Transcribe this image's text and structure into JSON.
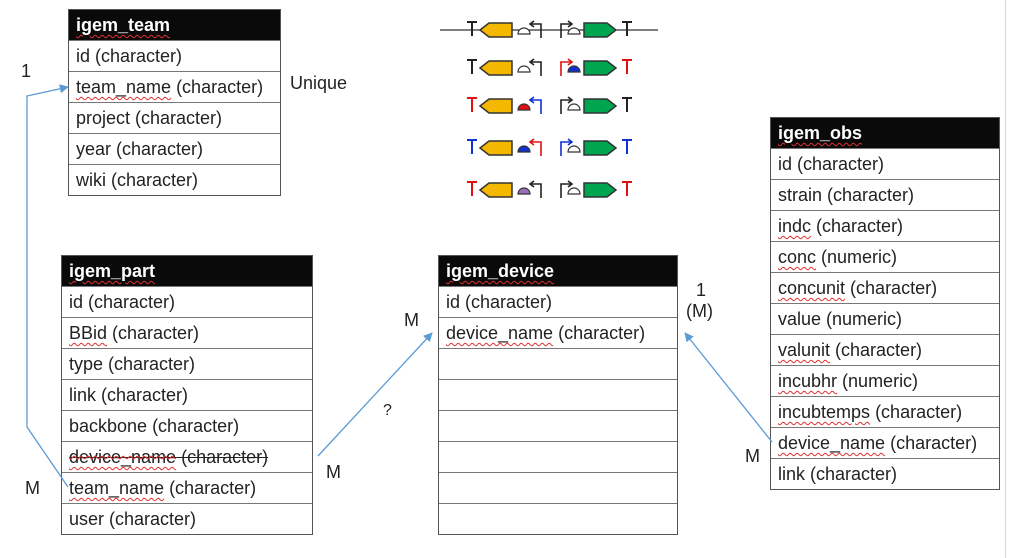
{
  "tables": {
    "igem_team": {
      "title": "igem_team",
      "rows": [
        "id (character)",
        "team_name (character)",
        "project (character)",
        "year (character)",
        "wiki (character)"
      ]
    },
    "igem_part": {
      "title": "igem_part",
      "rows": [
        "id (character)",
        "BBid (character)",
        "type (character)",
        "link (character)",
        "backbone (character)",
        "device_name (character)",
        "team_name (character)",
        "user (character)"
      ]
    },
    "igem_device": {
      "title": "igem_device",
      "rows": [
        "id (character)",
        "device_name (character)",
        "",
        "",
        "",
        "",
        "",
        ""
      ]
    },
    "igem_obs": {
      "title": "igem_obs",
      "rows": [
        "id (character)",
        "strain (character)",
        "indc (character)",
        "conc (numeric)",
        "concunit (character)",
        "value (numeric)",
        "valunit (character)",
        "incubhr (numeric)",
        "incubtemps (character)",
        "device_name (character)",
        "link (character)"
      ]
    }
  },
  "labels": {
    "team_one": "1",
    "unique": "Unique",
    "team_many": "M",
    "part_many": "M",
    "device_many": "M",
    "question": "?",
    "device_one": "1",
    "device_one_m": "(M)",
    "obs_many": "M"
  },
  "colors": {
    "orange_gene": "#f5b800",
    "green_gene": "#00a550",
    "red": "#e01010",
    "blue": "#1030d0",
    "purple": "#9b6fc0",
    "black": "#222222",
    "arrow": "#5b9bd5"
  }
}
